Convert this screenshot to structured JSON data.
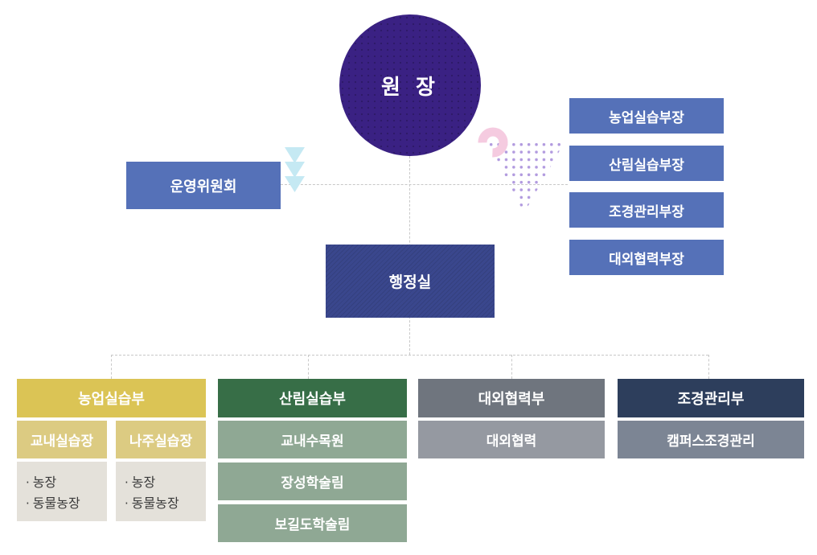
{
  "director": {
    "label": "원 장"
  },
  "committee": {
    "label": "운영위원회"
  },
  "admin_office": {
    "label": "행정실"
  },
  "chiefs": [
    {
      "label": "농업실습부장"
    },
    {
      "label": "산림실습부장"
    },
    {
      "label": "조경관리부장"
    },
    {
      "label": "대외협력부장"
    }
  ],
  "departments": [
    {
      "label": "농업실습부",
      "header_color": "#DBC455",
      "sub_color": "#DCCB82",
      "branches": [
        {
          "label": "교내실습장",
          "items": [
            "농장",
            "동물농장"
          ]
        },
        {
          "label": "나주실습장",
          "items": [
            "농장",
            "동물농장"
          ]
        }
      ]
    },
    {
      "label": "산림실습부",
      "header_color": "#376E47",
      "sub_color": "#8FA894",
      "units": [
        "교내수목원",
        "장성학술림",
        "보길도학술림"
      ]
    },
    {
      "label": "대외협력부",
      "header_color": "#6F757E",
      "sub_color": "#9599A1",
      "units": [
        "대외협력"
      ]
    },
    {
      "label": "조경관리부",
      "header_color": "#2D3E5C",
      "sub_color": "#7C8594",
      "units": [
        "캠퍼스조경관리"
      ]
    }
  ],
  "bullet": "·",
  "colors": {
    "director_circle": "#3A2183",
    "committee_box": "#5571B8",
    "chief_box": "#5571B8",
    "admin_box": "#3A478D",
    "item_box": "#E4E1DA",
    "item_text": "#3B3B3B",
    "connector_line": "#C8C8C8",
    "decor_pink": "#F5CBE0",
    "decor_dots": "#B29BDF",
    "decor_cyan": "#C5E9F3"
  }
}
